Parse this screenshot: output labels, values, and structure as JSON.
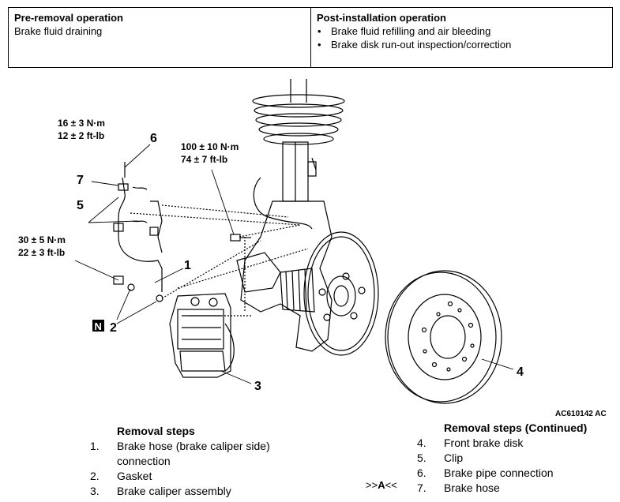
{
  "ops_table": {
    "pre_header": "Pre-removal operation",
    "pre_items": [
      "Brake fluid draining"
    ],
    "post_header": "Post-installation operation",
    "post_items": [
      "Brake fluid refilling and air bleeding",
      "Brake disk run-out inspection/correction"
    ]
  },
  "diagram": {
    "torque_pipe": [
      "16 ± 3 N·m",
      "12 ± 2 ft-lb"
    ],
    "torque_caliper": [
      "100 ± 10 N·m",
      "74 ± 7 ft-lb"
    ],
    "torque_hose": [
      "30 ± 5 N·m",
      "22 ± 3 ft-lb"
    ],
    "callouts": {
      "c1": "1",
      "c2": "2",
      "c3": "3",
      "c4": "4",
      "c5": "5",
      "c6": "6",
      "c7": "7"
    },
    "n_badge": "N",
    "figure_code": "AC610142 AC"
  },
  "removal_steps": {
    "title": "Removal steps",
    "items": [
      {
        "num": "1.",
        "text": "Brake hose (brake caliper side) connection"
      },
      {
        "num": "2.",
        "text": "Gasket"
      },
      {
        "num": "3.",
        "text": "Brake caliper assembly"
      }
    ]
  },
  "removal_steps_continued": {
    "title": "Removal steps (Continued)",
    "items": [
      {
        "num": "4.",
        "text": "Front brake disk"
      },
      {
        "num": "5.",
        "text": "Clip"
      },
      {
        "num": "6.",
        "text": "Brake pipe connection"
      },
      {
        "num": "7.",
        "text": "Brake hose"
      }
    ],
    "service_point_prefix": ">>",
    "service_point_letter": "A",
    "service_point_suffix": "<<"
  }
}
